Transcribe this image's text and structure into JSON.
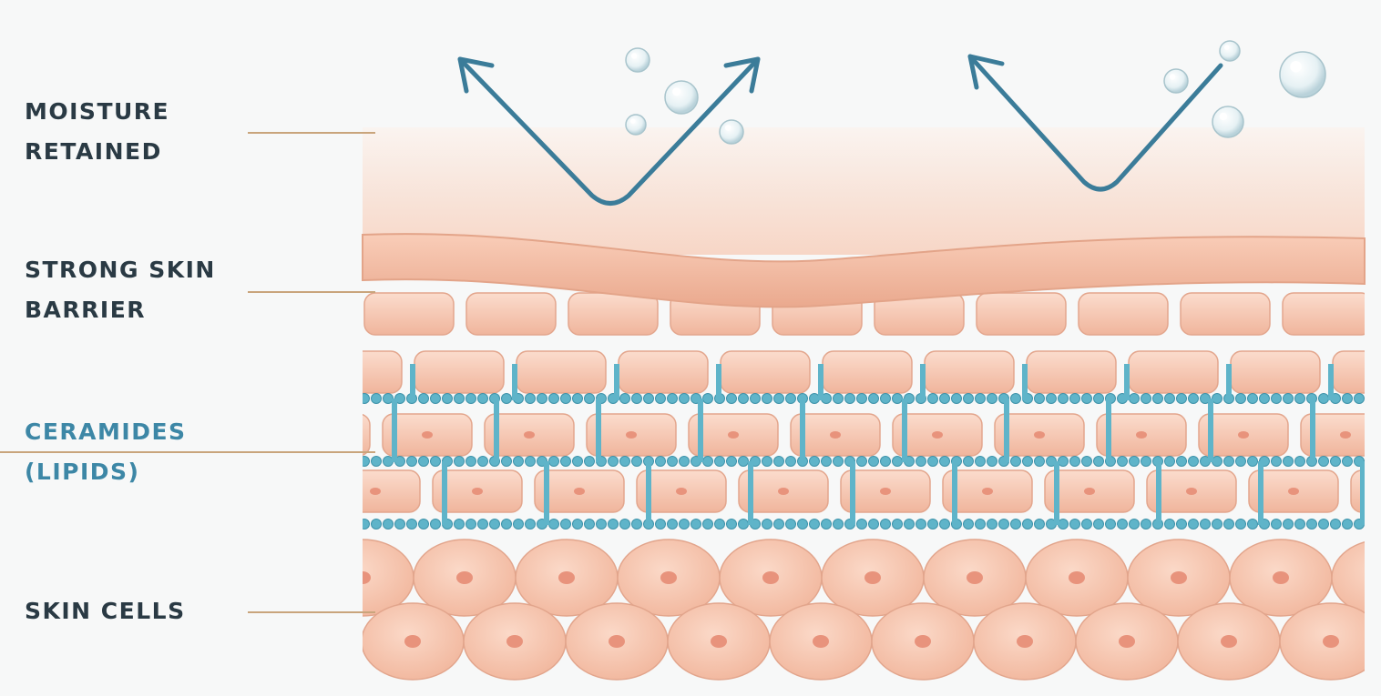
{
  "labels": {
    "moisture": {
      "line1": "MOISTURE",
      "line2": "RETAINED"
    },
    "barrier": {
      "line1": "STRONG SKIN",
      "line2": "BARRIER"
    },
    "ceramides": {
      "line1": "CERAMIDES",
      "line2": "(LIPIDS)"
    },
    "skin_cells": {
      "line1": "SKIN CELLS"
    }
  },
  "colors": {
    "label_text": "#2a3a44",
    "ceramide_text": "#3d87a6",
    "leader_line": "#c9a57c",
    "arrow": "#3b7c99",
    "skin_cell": "#f6c9b3",
    "cell_outline": "#e2a58c",
    "cell_nucleus": "#e8937c",
    "lipid": "#5fb4c9",
    "background": "#f7f8f8"
  },
  "icons": [
    "moisture-arrow-icon",
    "water-droplet-icon"
  ]
}
